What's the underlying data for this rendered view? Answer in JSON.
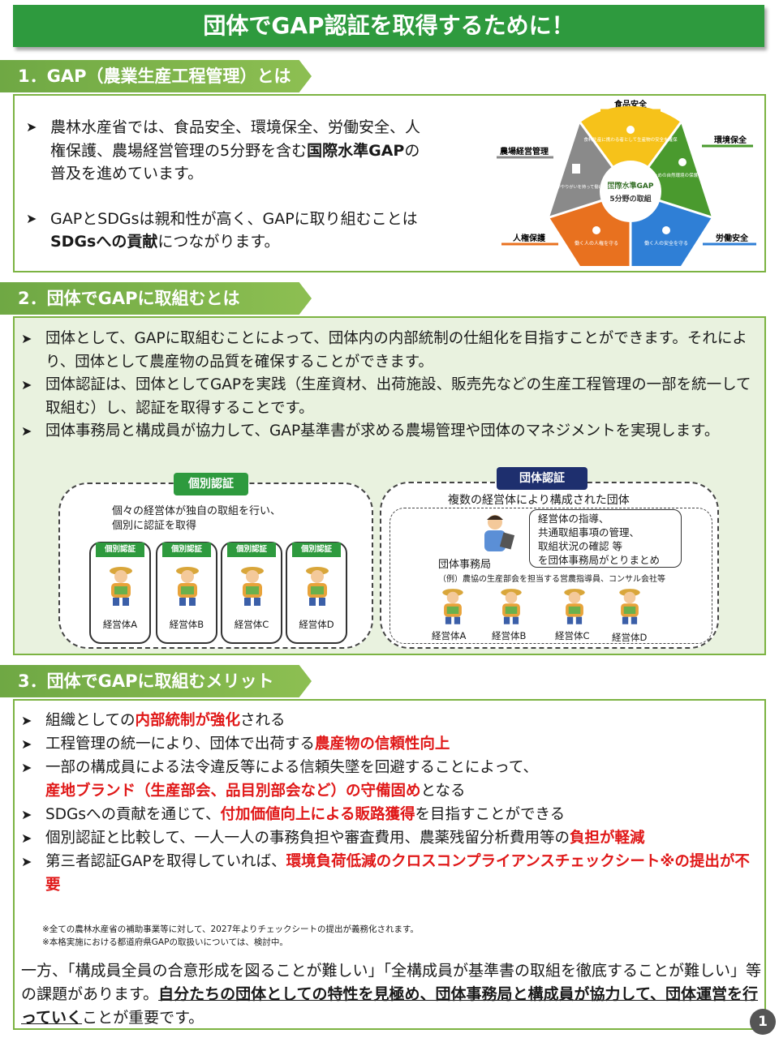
{
  "title": "団体でGAP認証を取得するために！",
  "section1": {
    "heading": "1．GAP（農業生産工程管理）とは",
    "p1a": "農林水産省では、食品安全、環境保全、労働安全、人権保護、農場経営管理の5分野を含む",
    "p1b": "国際水準GAP",
    "p1c": "の普及を進めています。",
    "p2a": "GAPとSDGsは親和性が高く、GAPに取り組むことは",
    "p2b": "SDGsへの貢献",
    "p2c": "につながります。",
    "diagram": {
      "center1": "国際水準GAP",
      "center2": "5分野の取組",
      "labels": [
        "食品安全",
        "環境保全",
        "労働安全",
        "人権保護",
        "農場経営管理"
      ],
      "food": "食料生産に携わる者として生産物の安全を確保",
      "env": "未来のための自然環境の保護と地域社会との共生",
      "labor": "働く人の安全を守る",
      "human": "働く人の人権を守る",
      "mgmt": "農作業に携わる全員がやりがいを持って働ける環境をつくる"
    }
  },
  "section2": {
    "heading": "2．団体でGAPに取組むとは",
    "p1": "団体として、GAPに取組むことによって、団体内の内部統制の仕組化を目指すことができます。それにより、団体として農産物の品質を確保することができます。",
    "p2": "団体認証は、団体としてGAPを実践（生産資材、出荷施設、販売先などの生産工程管理の一部を統一して取組む）し、認証を取得することです。",
    "p3": "団体事務局と構成員が協力して、GAP基準書が求める農場管理や団体のマネジメントを実現します。",
    "individual": {
      "tag": "個別認証",
      "caption1": "個々の経営体が独自の取組を行い、",
      "caption2": "個別に認証を取得",
      "cardTag": "個別認証",
      "farms": [
        "経営体A",
        "経営体B",
        "経営体C",
        "経営体D"
      ]
    },
    "group": {
      "tag": "団体認証",
      "caption": "複数の経営体により構成された団体",
      "bubble": [
        "経営体の指導、",
        "共通取組事項の管理、",
        "取組状況の確認 等",
        "を団体事務局がとりまとめ"
      ],
      "office": "団体事務局",
      "example": "（例）農協の生産部会を担当する営農指導員、コンサル会社等",
      "farms": [
        "経営体A",
        "経営体B",
        "経営体C",
        "経営体D"
      ]
    }
  },
  "section3": {
    "heading": "3．団体でGAPに取組むメリット",
    "b1a": "組織としての",
    "b1b": "内部統制が強化",
    "b1c": "される",
    "b2a": "工程管理の統一により、団体で出荷する",
    "b2b": "農産物の信頼性向上",
    "b3a": "一部の構成員による法令違反等による信頼失墜を回避することによって、",
    "b3b": "産地ブランド（生産部会、品目別部会など）の守備固め",
    "b3c": "となる",
    "b4a": "SDGsへの貢献を通じて、",
    "b4b": "付加価値向上による販路獲得",
    "b4c": "を目指すことができる",
    "b5a": "個別認証と比較して、一人一人の事務負担や審査費用、農薬残留分析費用等の",
    "b5b": "負担が軽減",
    "b6a": "第三者認証GAPを取得していれば、",
    "b6b": "環境負荷低減のクロスコンプライアンスチェックシート※の提出が不要",
    "note1": "※全ての農林水産省の補助事業等に対して、2027年よりチェックシートの提出が義務化されます。",
    "note2": "※本格実施における都道府県GAPの取扱いについては、検討中。",
    "closing1": "一方、「構成員全員の合意形成を図ることが難しい」「全構成員が基準書の取組を徹底することが難しい」等の課題があります。",
    "closing2": "自分たちの団体としての特性を見極め、団体事務局と構成員が協力して、団体運営を行っていく",
    "closing3": "ことが重要です。"
  },
  "page_number": "1",
  "colors": {
    "green": "#2e9a3e",
    "red": "#e01818",
    "navy": "#1e2f6e",
    "yellow": "#f6c21a",
    "darkgreen": "#4a9a2e",
    "blue": "#2f7fd6",
    "orange": "#e8711f",
    "gray": "#8a8a8a"
  }
}
